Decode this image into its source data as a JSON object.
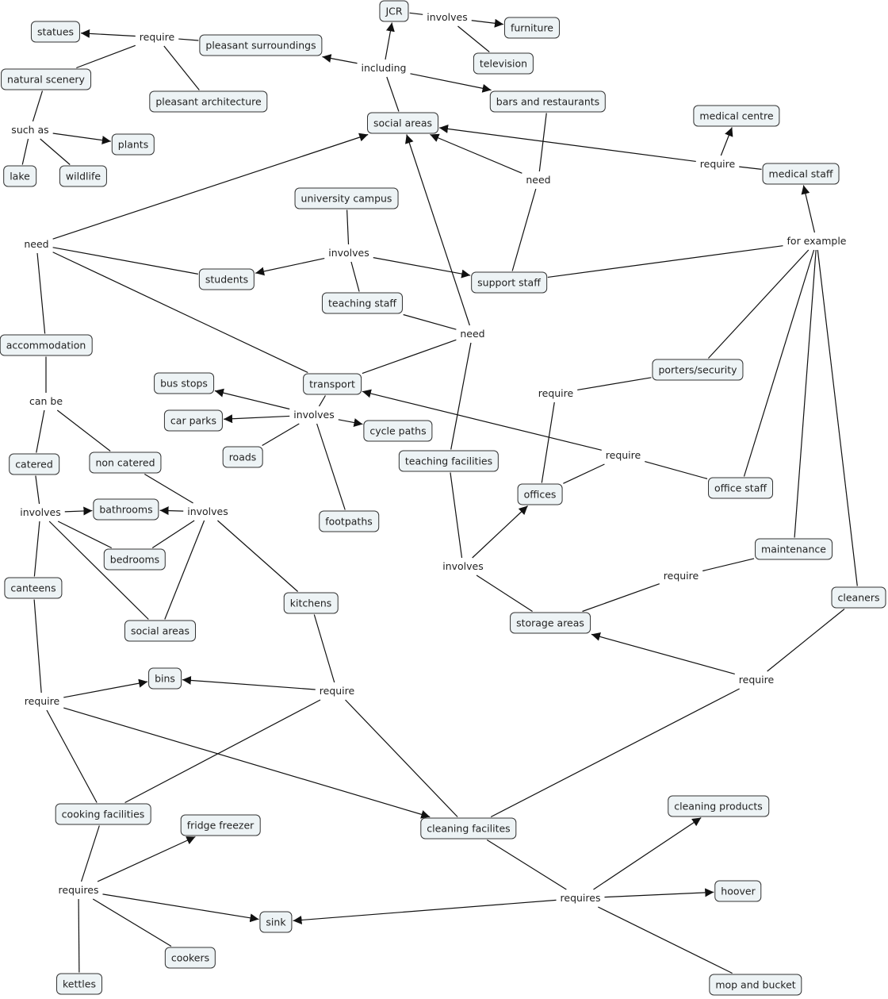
{
  "concepts": [
    {
      "id": "statues",
      "label": "statues"
    },
    {
      "id": "pleasant_surroundings",
      "label": "pleasant surroundings"
    },
    {
      "id": "natural_scenery",
      "label": "natural scenery"
    },
    {
      "id": "pleasant_architecture",
      "label": "pleasant architecture"
    },
    {
      "id": "plants",
      "label": "plants"
    },
    {
      "id": "lake",
      "label": "lake"
    },
    {
      "id": "wildlife",
      "label": "wildlife"
    },
    {
      "id": "jcr",
      "label": "JCR"
    },
    {
      "id": "furniture",
      "label": "furniture"
    },
    {
      "id": "television",
      "label": "television"
    },
    {
      "id": "bars",
      "label": "bars and restaurants"
    },
    {
      "id": "social_areas",
      "label": "social areas"
    },
    {
      "id": "medical_centre",
      "label": "medical centre"
    },
    {
      "id": "medical_staff",
      "label": "medical staff"
    },
    {
      "id": "university_campus",
      "label": "university campus"
    },
    {
      "id": "students",
      "label": "students"
    },
    {
      "id": "support_staff",
      "label": "support staff"
    },
    {
      "id": "teaching_staff",
      "label": "teaching staff"
    },
    {
      "id": "accommodation",
      "label": "accommodation"
    },
    {
      "id": "porters",
      "label": "porters/security"
    },
    {
      "id": "bus_stops",
      "label": "bus stops"
    },
    {
      "id": "transport",
      "label": "transport"
    },
    {
      "id": "car_parks",
      "label": "car parks"
    },
    {
      "id": "cycle_paths",
      "label": "cycle paths"
    },
    {
      "id": "roads",
      "label": "roads"
    },
    {
      "id": "teaching_facilities",
      "label": "teaching facilities"
    },
    {
      "id": "catered",
      "label": "catered"
    },
    {
      "id": "non_catered",
      "label": "non catered"
    },
    {
      "id": "office_staff",
      "label": "office staff"
    },
    {
      "id": "offices",
      "label": "offices"
    },
    {
      "id": "bathrooms",
      "label": "bathrooms"
    },
    {
      "id": "footpaths",
      "label": "footpaths"
    },
    {
      "id": "maintenance",
      "label": "maintenance"
    },
    {
      "id": "bedrooms",
      "label": "bedrooms"
    },
    {
      "id": "canteens",
      "label": "canteens"
    },
    {
      "id": "cleaners",
      "label": "cleaners"
    },
    {
      "id": "kitchens",
      "label": "kitchens"
    },
    {
      "id": "storage_areas",
      "label": "storage areas"
    },
    {
      "id": "social_areas2",
      "label": "social areas"
    },
    {
      "id": "bins",
      "label": "bins"
    },
    {
      "id": "cleaning_products",
      "label": "cleaning products"
    },
    {
      "id": "cooking_facilities",
      "label": "cooking facilities"
    },
    {
      "id": "fridge_freezer",
      "label": "fridge freezer"
    },
    {
      "id": "cleaning_facilities",
      "label": "cleaning facilites"
    },
    {
      "id": "hoover",
      "label": "hoover"
    },
    {
      "id": "sink",
      "label": "sink"
    },
    {
      "id": "cookers",
      "label": "cookers"
    },
    {
      "id": "kettles",
      "label": "kettles"
    },
    {
      "id": "mop",
      "label": "mop and bucket"
    }
  ],
  "links": [
    {
      "id": "l_require1",
      "label": "require"
    },
    {
      "id": "l_suchas",
      "label": "such as"
    },
    {
      "id": "l_involves1",
      "label": "involves"
    },
    {
      "id": "l_including",
      "label": "including"
    },
    {
      "id": "l_need1",
      "label": "need"
    },
    {
      "id": "l_require2",
      "label": "require"
    },
    {
      "id": "l_need2",
      "label": "need"
    },
    {
      "id": "l_involves2",
      "label": "involves"
    },
    {
      "id": "l_forexample",
      "label": "for example"
    },
    {
      "id": "l_need3",
      "label": "need"
    },
    {
      "id": "l_canbe",
      "label": "can be"
    },
    {
      "id": "l_require3",
      "label": "require"
    },
    {
      "id": "l_involves3",
      "label": "involves"
    },
    {
      "id": "l_require4",
      "label": "require"
    },
    {
      "id": "l_involves4",
      "label": "involves"
    },
    {
      "id": "l_involves5",
      "label": "involves"
    },
    {
      "id": "l_involves6",
      "label": "involves"
    },
    {
      "id": "l_require5",
      "label": "require"
    },
    {
      "id": "l_require6",
      "label": "require"
    },
    {
      "id": "l_require7",
      "label": "require"
    },
    {
      "id": "l_require8",
      "label": "require"
    },
    {
      "id": "l_requires1",
      "label": "requires"
    },
    {
      "id": "l_requires2",
      "label": "requires"
    }
  ],
  "edges": [
    [
      "pleasant_surroundings",
      "l_require1",
      0
    ],
    [
      "l_require1",
      "statues",
      1
    ],
    [
      "l_require1",
      "natural_scenery",
      0
    ],
    [
      "l_require1",
      "pleasant_architecture",
      0
    ],
    [
      "natural_scenery",
      "l_suchas",
      0
    ],
    [
      "l_suchas",
      "plants",
      1
    ],
    [
      "l_suchas",
      "lake",
      0
    ],
    [
      "l_suchas",
      "wildlife",
      0
    ],
    [
      "jcr",
      "l_involves1",
      0
    ],
    [
      "l_involves1",
      "furniture",
      1
    ],
    [
      "l_involves1",
      "television",
      0
    ],
    [
      "social_areas",
      "l_including",
      0
    ],
    [
      "l_including",
      "jcr",
      1
    ],
    [
      "l_including",
      "pleasant_surroundings",
      1
    ],
    [
      "l_including",
      "bars",
      1
    ],
    [
      "bars",
      "l_need1",
      0
    ],
    [
      "support_staff",
      "l_need1",
      0
    ],
    [
      "l_need1",
      "social_areas",
      1
    ],
    [
      "medical_staff",
      "l_require2",
      0
    ],
    [
      "l_require2",
      "social_areas",
      1
    ],
    [
      "l_require2",
      "medical_centre",
      1
    ],
    [
      "students",
      "l_need2",
      0
    ],
    [
      "l_need2",
      "social_areas",
      1
    ],
    [
      "l_need2",
      "accommodation",
      0
    ],
    [
      "l_need2",
      "transport",
      0
    ],
    [
      "university_campus",
      "l_involves2",
      0
    ],
    [
      "l_involves2",
      "students",
      1
    ],
    [
      "l_involves2",
      "support_staff",
      1
    ],
    [
      "l_involves2",
      "teaching_staff",
      0
    ],
    [
      "support_staff",
      "l_forexample",
      0
    ],
    [
      "l_forexample",
      "medical_staff",
      1
    ],
    [
      "l_forexample",
      "porters",
      0
    ],
    [
      "l_forexample",
      "office_staff",
      0
    ],
    [
      "l_forexample",
      "maintenance",
      0
    ],
    [
      "l_forexample",
      "cleaners",
      0
    ],
    [
      "teaching_staff",
      "l_need3",
      0
    ],
    [
      "l_need3",
      "transport",
      0
    ],
    [
      "l_need3",
      "social_areas",
      1
    ],
    [
      "l_need3",
      "teaching_facilities",
      0
    ],
    [
      "accommodation",
      "l_canbe",
      0
    ],
    [
      "l_canbe",
      "catered",
      0
    ],
    [
      "l_canbe",
      "non_catered",
      0
    ],
    [
      "porters",
      "l_require3",
      0
    ],
    [
      "l_require3",
      "offices",
      0
    ],
    [
      "transport",
      "l_involves3",
      0
    ],
    [
      "l_involves3",
      "bus_stops",
      1
    ],
    [
      "l_involves3",
      "car_parks",
      1
    ],
    [
      "l_involves3",
      "cycle_paths",
      1
    ],
    [
      "l_involves3",
      "roads",
      0
    ],
    [
      "l_involves3",
      "footpaths",
      0
    ],
    [
      "office_staff",
      "l_require4",
      0
    ],
    [
      "l_require4",
      "transport",
      1
    ],
    [
      "l_require4",
      "offices",
      0
    ],
    [
      "catered",
      "l_involves4",
      0
    ],
    [
      "l_involves4",
      "bathrooms",
      1
    ],
    [
      "l_involves4",
      "bedrooms",
      0
    ],
    [
      "l_involves4",
      "social_areas2",
      0
    ],
    [
      "l_involves4",
      "canteens",
      0
    ],
    [
      "non_catered",
      "l_involves5",
      0
    ],
    [
      "l_involves5",
      "bathrooms",
      1
    ],
    [
      "l_involves5",
      "bedrooms",
      0
    ],
    [
      "l_involves5",
      "social_areas2",
      0
    ],
    [
      "l_involves5",
      "kitchens",
      0
    ],
    [
      "teaching_facilities",
      "l_involves6",
      0
    ],
    [
      "l_involves6",
      "offices",
      1
    ],
    [
      "l_involves6",
      "storage_areas",
      0
    ],
    [
      "maintenance",
      "l_require5",
      0
    ],
    [
      "l_require5",
      "storage_areas",
      0
    ],
    [
      "cleaners",
      "l_require6",
      0
    ],
    [
      "l_require6",
      "storage_areas",
      1
    ],
    [
      "l_require6",
      "cleaning_facilities",
      0
    ],
    [
      "canteens",
      "l_require7",
      0
    ],
    [
      "l_require7",
      "bins",
      1
    ],
    [
      "l_require7",
      "cleaning_facilities",
      1
    ],
    [
      "l_require7",
      "cooking_facilities",
      0
    ],
    [
      "kitchens",
      "l_require8",
      0
    ],
    [
      "l_require8",
      "bins",
      1
    ],
    [
      "l_require8",
      "cleaning_facilities",
      0
    ],
    [
      "l_require8",
      "cooking_facilities",
      0
    ],
    [
      "cooking_facilities",
      "l_requires1",
      0
    ],
    [
      "l_requires1",
      "fridge_freezer",
      1
    ],
    [
      "l_requires1",
      "sink",
      1
    ],
    [
      "l_requires1",
      "cookers",
      0
    ],
    [
      "l_requires1",
      "kettles",
      0
    ],
    [
      "cleaning_facilities",
      "l_requires2",
      0
    ],
    [
      "l_requires2",
      "cleaning_products",
      1
    ],
    [
      "l_requires2",
      "hoover",
      1
    ],
    [
      "l_requires2",
      "sink",
      1
    ],
    [
      "l_requires2",
      "mop",
      0
    ]
  ],
  "colors": {
    "node_fill": "#edf3f5",
    "node_border": "#333333",
    "line": "#111111"
  }
}
